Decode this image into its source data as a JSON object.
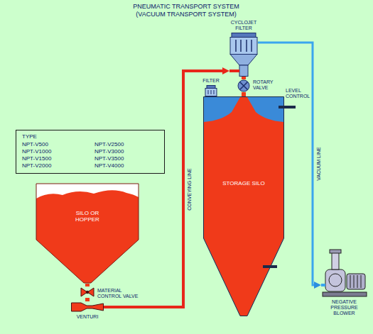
{
  "diagram": {
    "title": "PNEUMATIC TRANSPORT SYSTEM",
    "nodes": [
      {
        "text": [
          "TYPE",
          "NPT-V500",
          "NPT-V1000",
          "NPT-V1500",
          "NPT-V2000",
          "NPT-V2500",
          "NPT-V3000",
          "NPT-V3500",
          "NPT-V4000"
        ]
      },
      {
        "text": [
          "SILO OR HOPPER"
        ]
      },
      {
        "text": [
          "MATERIAL CONTROL VALVE"
        ]
      },
      {
        "text": [
          "VENTURI"
        ]
      },
      {
        "text": [
          "CYCLOJET FILTER"
        ]
      },
      {
        "text": [
          "ROTARY VALVE"
        ]
      },
      {
        "text": [
          "FILTER"
        ]
      },
      {
        "text": [
          "STORAGE SILO"
        ]
      },
      {
        "text": [
          "LEVEL CONTROL"
        ]
      },
      {
        "text": [
          "NEGATIVE PRESSURE BLOWER"
        ]
      }
    ],
    "edges": [
      {
        "from": 1,
        "to": 2,
        "arrow": "none"
      },
      {
        "from": 2,
        "to": 3,
        "arrow": "none"
      },
      {
        "from": 3,
        "to": 4,
        "label": "CONVEYING LINE",
        "arrow": "to"
      },
      {
        "from": 4,
        "to": 5,
        "arrow": "none"
      },
      {
        "from": 5,
        "to": 7,
        "arrow": "none"
      },
      {
        "from": 4,
        "to": 9,
        "label": "VACUUM LINE",
        "arrow": "to"
      }
    ],
    "labels": [
      "(VACUUM TRANSPORT SYSTEM)"
    ]
  }
}
